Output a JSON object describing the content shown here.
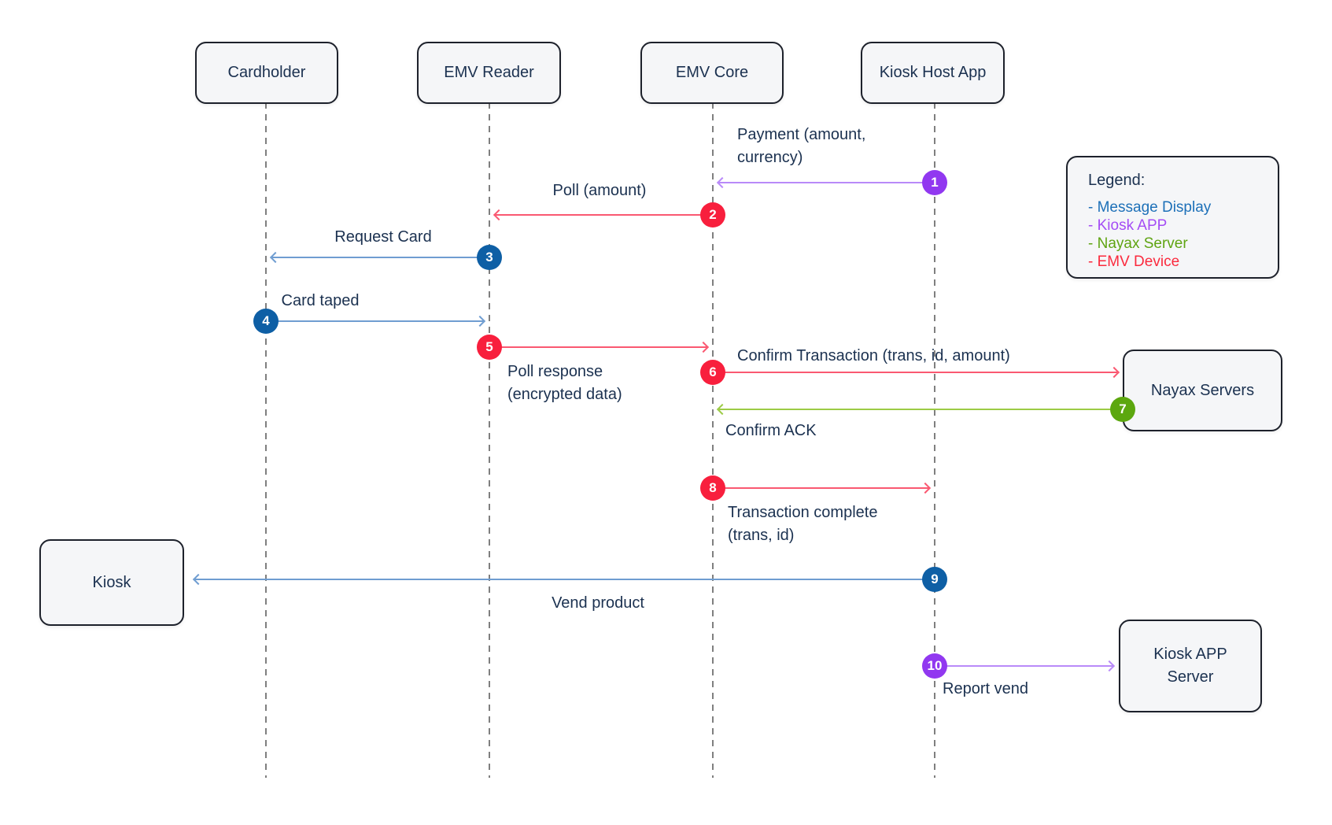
{
  "colors": {
    "ink": "#1b3150",
    "box-fill": "#f5f6f8",
    "box-border": "#1d212b",
    "lifeline": "#7f7f7f",
    "red-dot": "#f81f3d",
    "red-line": "#fa5871",
    "blue-dot": "#0e5fa5",
    "blue-line": "#6f9dd1",
    "purple-dot": "#9138f0",
    "purple-line": "#b98af9",
    "green-dot": "#5ca70f",
    "green-line": "#9ccb45",
    "legend-blue": "#1d70b8",
    "legend-purple": "#a44df5",
    "legend-green": "#5fa412",
    "legend-red": "#fb2b3e"
  },
  "actors": [
    {
      "label": "Cardholder"
    },
    {
      "label": "EMV Reader"
    },
    {
      "label": "EMV Core"
    },
    {
      "label": "Kiosk Host App"
    }
  ],
  "nodes": {
    "nayax_label": "Nayax Servers",
    "kiosk_label": "Kiosk",
    "kiosk_app_label": "Kiosk APP\nServer"
  },
  "legend": {
    "title": "Legend:",
    "items": [
      {
        "label": "- Message Display",
        "color": "blue"
      },
      {
        "label": "- Kiosk APP",
        "color": "purple"
      },
      {
        "label": "- Nayax Server",
        "color": "green"
      },
      {
        "label": "- EMV Device",
        "color": "red"
      }
    ]
  },
  "messages": [
    {
      "num": "1",
      "label": "Payment (amount,\ncurrency)"
    },
    {
      "num": "2",
      "label": "Poll (amount)"
    },
    {
      "num": "3",
      "label": "Request Card"
    },
    {
      "num": "4",
      "label": "Card taped"
    },
    {
      "num": "5",
      "label": "Poll response\n(encrypted data)"
    },
    {
      "num": "6",
      "label": "Confirm Transaction (trans, id, amount)"
    },
    {
      "num": "7",
      "label": "Confirm ACK"
    },
    {
      "num": "8",
      "label": "Transaction complete\n(trans, id)"
    },
    {
      "num": "9",
      "label": "Vend product"
    },
    {
      "num": "10",
      "label": "Report vend"
    }
  ]
}
